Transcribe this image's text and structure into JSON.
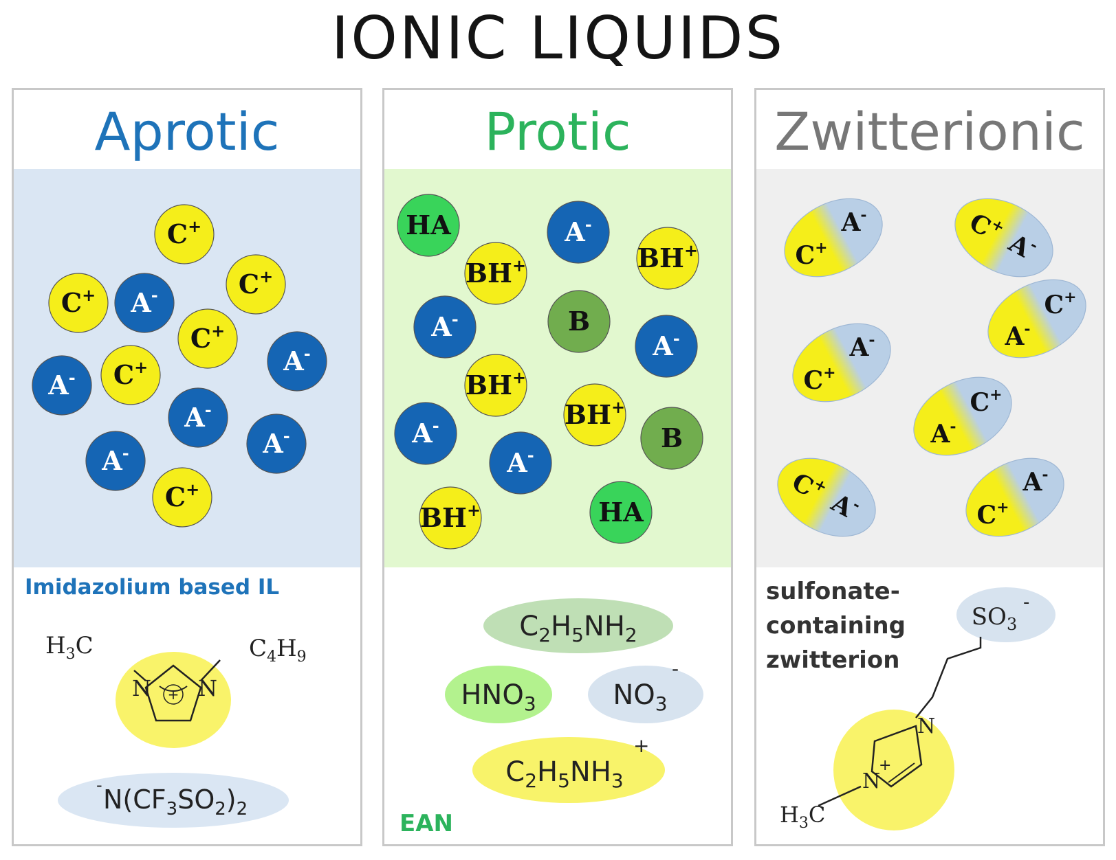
{
  "title": "IONIC LIQUIDS",
  "panels": {
    "aprotic": {
      "title": "Aprotic",
      "caption": "Imidazolium based IL",
      "cation_left": "H3C",
      "cation_right": "C4H9",
      "n_left": "N",
      "n_right": "N",
      "plus": "+",
      "anion": "N(CF3SO2)2",
      "anion_charge": "-"
    },
    "protic": {
      "title": "Protic",
      "caption": "EAN",
      "base": "C2H5NH2",
      "acid": "HNO3",
      "anion": "NO3",
      "anion_charge": "-",
      "cation": "C2H5NH3",
      "cation_charge": "+"
    },
    "zwitterionic": {
      "title": "Zwitterionic",
      "caption": [
        "sulfonate-",
        "containing",
        "zwitterion"
      ],
      "so3": "SO3",
      "so3_charge": "-",
      "n_top": "N",
      "n_bottom": "N",
      "plus": "+",
      "methyl": "H3C"
    }
  },
  "particles": {
    "cation": "C",
    "cation_charge": "+",
    "anion": "A",
    "anion_charge": "-",
    "protonated_base": "BH",
    "base": "B",
    "acid": "HA"
  },
  "colors": {
    "yellow": "#f5ee1a",
    "blue": "#1565b4",
    "green_light": "#39d45a",
    "green_dark": "#71ad4e",
    "aprotic_bg": "#dae6f3",
    "protic_bg": "#e2f8cf",
    "zwitterionic_bg": "#efefef"
  }
}
